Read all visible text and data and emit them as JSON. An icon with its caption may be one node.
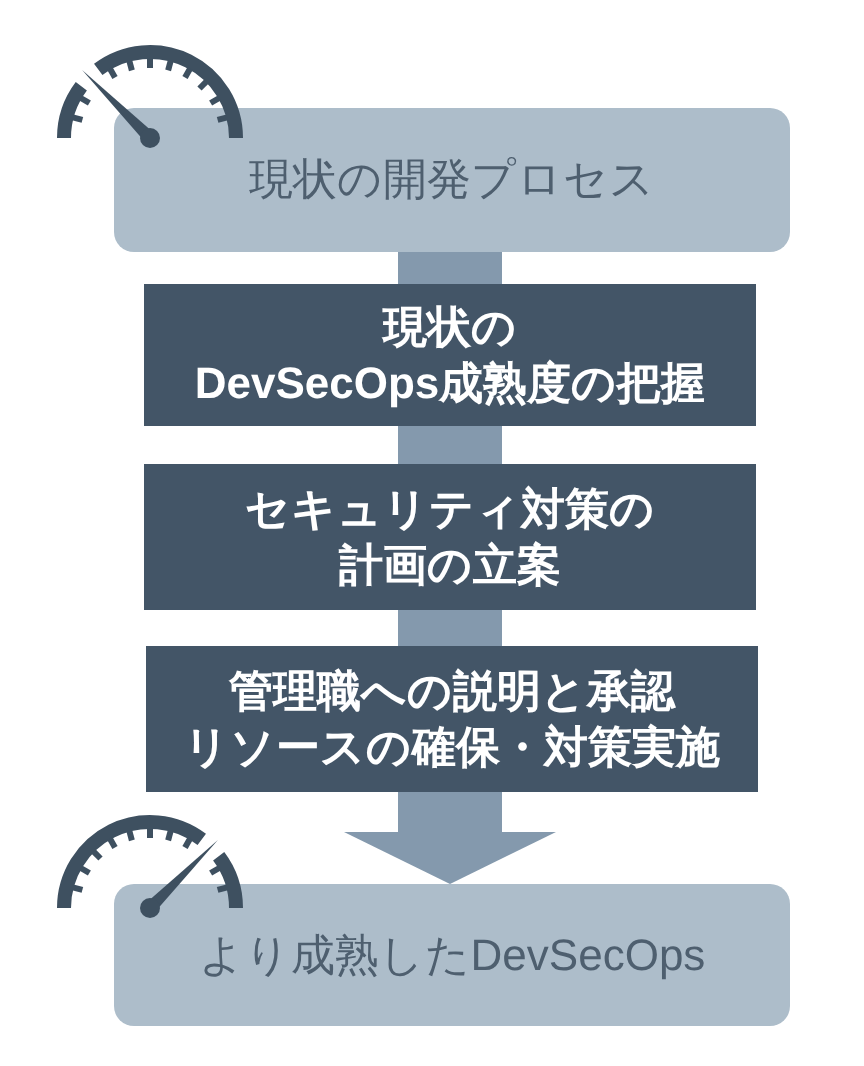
{
  "diagram": {
    "nodes": [
      {
        "text": [
          "現状の開発プロセス"
        ]
      },
      {
        "text": [
          "現状のDevSecOps成熟度の把握"
        ]
      },
      {
        "text": [
          "セキュリティ対策の計画の立案"
        ]
      },
      {
        "text": [
          "管理職への説明と承認リソースの確保・対策実施"
        ]
      },
      {
        "text": [
          "より成熟したDevSecOps"
        ]
      }
    ],
    "edges": [
      {
        "from": 0,
        "to": 1,
        "arrow": "none"
      },
      {
        "from": 1,
        "to": 2,
        "arrow": "none"
      },
      {
        "from": 2,
        "to": 3,
        "arrow": "none"
      },
      {
        "from": 3,
        "to": 4,
        "arrow": "to"
      }
    ]
  }
}
